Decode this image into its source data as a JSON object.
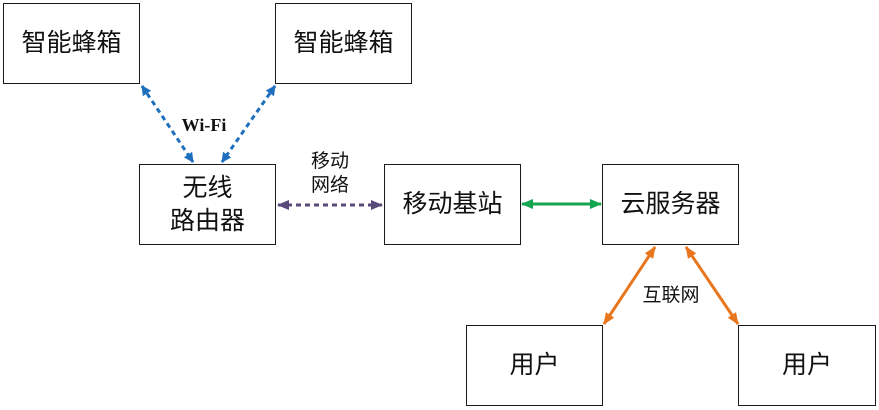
{
  "nodes": {
    "hive1": "智能蜂箱",
    "hive2": "智能蜂箱",
    "router": "无线\n路由器",
    "base_station": "移动基站",
    "cloud_server": "云服务器",
    "user1": "用户",
    "user2": "用户"
  },
  "edge_labels": {
    "wifi": "Wi-Fi",
    "mobile_network": "移动\n网络",
    "internet": "互联网"
  },
  "colors": {
    "wifi": "#1f6fbf",
    "mobile_network": "#5a4a7a",
    "base_to_cloud": "#13a54f",
    "internet": "#e8761e"
  }
}
